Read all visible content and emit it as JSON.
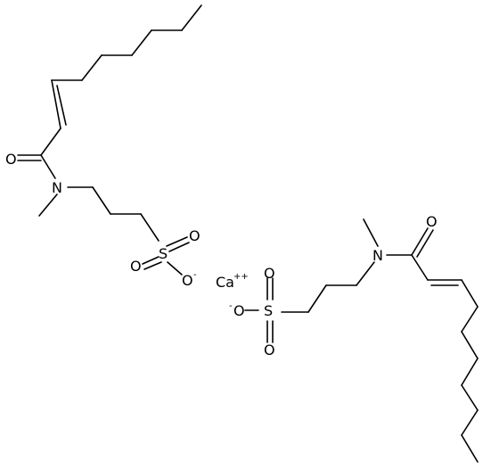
{
  "atoms": {
    "oxygen_carbonyl_1": "O",
    "nitrogen_1": "N",
    "sulfur_1": "S",
    "oxygen_s1_a": "O",
    "oxygen_s1_b": "O",
    "oxygen_s1_minus": "O",
    "minus_1": "-",
    "calcium": "Ca",
    "calcium_charge": "++",
    "oxygen_carbonyl_2": "O",
    "nitrogen_2": "N",
    "sulfur_2": "S",
    "oxygen_s2_a": "O",
    "oxygen_s2_b": "O",
    "oxygen_s2_minus": "O",
    "minus_2": "-"
  }
}
